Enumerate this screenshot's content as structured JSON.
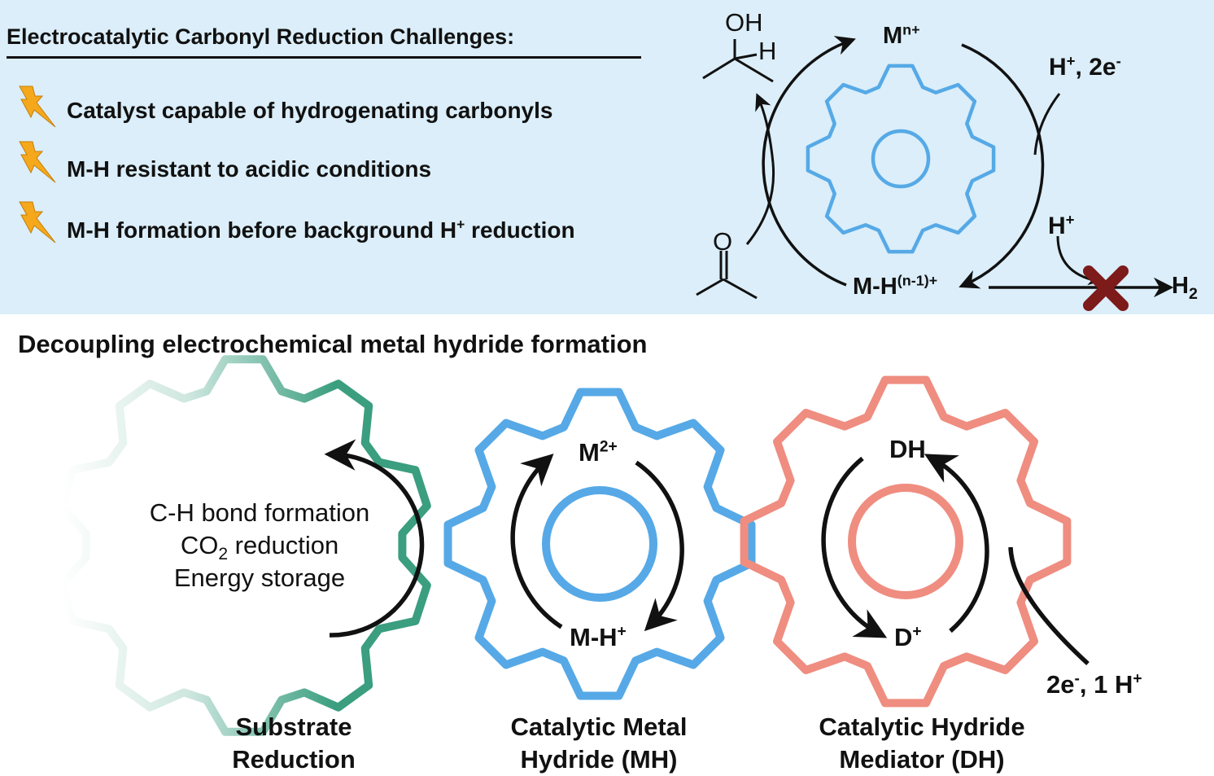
{
  "top": {
    "title": "Electrocatalytic Carbonyl Reduction Challenges:",
    "bullets": [
      {
        "text": "Catalyst capable of hydrogenating carbonyls"
      },
      {
        "text": "M-H resistant to acidic conditions"
      },
      {
        "text": "M-H formation before background H",
        "sup": "+",
        "suffix": " reduction"
      }
    ],
    "cycle": {
      "metal": {
        "base": "M",
        "sup": "n+"
      },
      "hydride": {
        "base": "M-H",
        "sup": "(n-1)+"
      },
      "proton_electron": {
        "base": "H",
        "sup": "+",
        "rest": ", 2e",
        "sup2": "-"
      },
      "proton": {
        "base": "H",
        "sup": "+"
      },
      "h2": {
        "base": "H",
        "sub": "2"
      },
      "oh": "OH",
      "h": "H",
      "o": "O"
    }
  },
  "bottom": {
    "title": "Decoupling electrochemical metal hydride formation",
    "applications": [
      {
        "text": "C-H bond formation"
      },
      {
        "text": "CO",
        "sub": "2",
        "suffix": " reduction"
      },
      {
        "text": "Energy storage"
      }
    ],
    "metal_gear": {
      "top": {
        "base": "M",
        "sup": "2+"
      },
      "bottom": {
        "base": "M-H",
        "sup": "+"
      }
    },
    "mediator_gear": {
      "top": "DH",
      "bottom": {
        "base": "D",
        "sup": "+"
      }
    },
    "electron_input": {
      "base": "2e",
      "sup": "-",
      "rest": ", 1 H",
      "sup2": "+"
    },
    "captions": {
      "substrate": [
        "Substrate",
        "Reduction"
      ],
      "metal": [
        "Catalytic Metal",
        "Hydride (MH)"
      ],
      "mediator": [
        "Catalytic Hydride",
        "Mediator (DH)"
      ]
    }
  },
  "colors": {
    "panel_bg": "#dbeef9",
    "blue_gear": "#56a9e6",
    "red_gear": "#ef8d80",
    "green_gear": "#3a9e7f",
    "bolt": "#f5a81c",
    "cross": "#7d1a1a"
  }
}
